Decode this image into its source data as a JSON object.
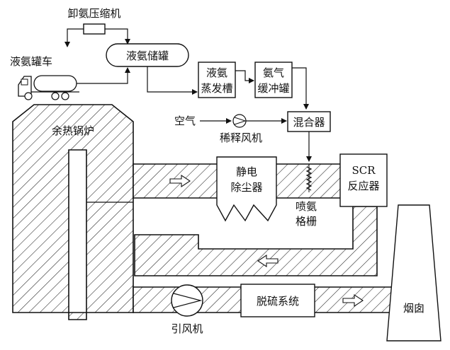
{
  "labels": {
    "unloading_compressor": "卸氨压缩机",
    "tanker_truck": "液氨罐车",
    "storage_tank": "液氨储罐",
    "evaporator_line1": "液氨",
    "evaporator_line2": "蒸发槽",
    "buffer_line1": "氨气",
    "buffer_line2": "缓冲罐",
    "air": "空气",
    "dilution_fan": "稀释风机",
    "mixer": "混合器",
    "boiler": "余热锅炉",
    "esp_line1": "静电",
    "esp_line2": "除尘器",
    "scr_line1": "SCR",
    "scr_line2": "反应器",
    "grid_line1": "喷氨",
    "grid_line2": "格栅",
    "id_fan": "引风机",
    "desulfurization": "脱硫系统",
    "chimney": "烟囱"
  }
}
